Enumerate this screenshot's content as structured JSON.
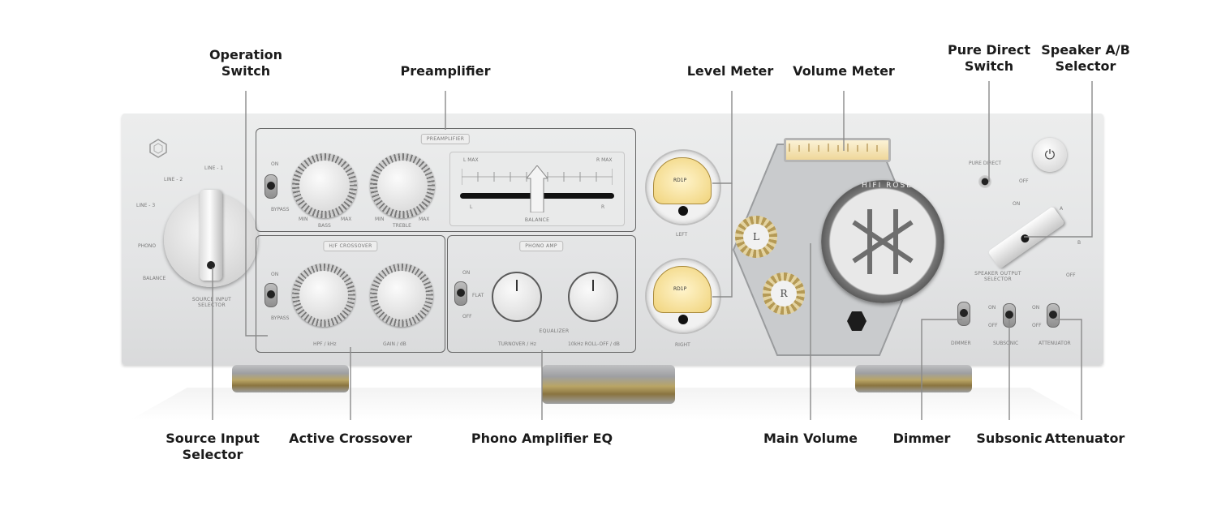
{
  "callouts": {
    "operation_switch": [
      "Operation",
      "Switch"
    ],
    "preamplifier": "Preamplifier",
    "level_meter": "Level Meter",
    "volume_meter": "Volume Meter",
    "pure_direct_switch": [
      "Pure Direct",
      "Switch"
    ],
    "speaker_ab_selector": [
      "Speaker A/B",
      "Selector"
    ],
    "source_input_selector": [
      "Source Input",
      "Selector"
    ],
    "active_crossover": "Active Crossover",
    "phono_amplifier_eq": "Phono Amplifier EQ",
    "main_volume": "Main Volume",
    "dimmer": "Dimmer",
    "subsonic": "Subsonic",
    "attenuator": "Attenuator"
  },
  "panel": {
    "preamplifier_header": "PREAMPLIFIER",
    "hf_crossover_header": "H/F CROSSOVER",
    "phono_amp_header": "PHONO AMP",
    "source_positions": [
      "LINE - 1",
      "LINE - 2",
      "LINE - 3",
      "PHONO",
      "BALANCE"
    ],
    "source_label": [
      "SOURCE INPUT",
      "SELECTOR"
    ],
    "op_on": "ON",
    "op_bypass": "BYPASS",
    "bass": "BASS",
    "treble": "TREBLE",
    "min": "MIN",
    "max": "MAX",
    "l_max": "L MAX",
    "r_max": "R MAX",
    "l": "L",
    "r": "R",
    "balance": "BALANCE",
    "hpf": "HPF / kHz",
    "gain": "GAIN / dB",
    "xo_on": "ON",
    "xo_bypass": "BYPASS",
    "equalizer": "EQUALIZER",
    "turnover": "TURNOVER / Hz",
    "rolloff": "10kHz ROLL-OFF / dB",
    "eq_on": "ON",
    "eq_off": "OFF",
    "flat": "FLAT",
    "left": "LEFT",
    "right": "RIGHT",
    "pure_direct": "PURE DIRECT",
    "pd_off": "OFF",
    "pd_on": "ON",
    "spk_a": "A",
    "spk_b": "B",
    "spk_off": "OFF",
    "speaker_output": [
      "SPEAKER OUTPUT",
      "SELECTOR"
    ],
    "dimmer": "DIMMER",
    "subsonic": "SUBSONIC",
    "attenuator": "ATTENUATOR",
    "sub_on": "ON",
    "sub_off": "OFF",
    "att_on": "ON",
    "att_off": "OFF",
    "brand_ring": "HIFI ROSE",
    "meter_brand": "RD1P",
    "gear_l": "L",
    "gear_r": "R"
  },
  "colors": {
    "leader": "#8a8a8a",
    "panel": "#e4e5e6",
    "meter_face": "#f3d98a",
    "accent_gold": "#b79a55"
  }
}
